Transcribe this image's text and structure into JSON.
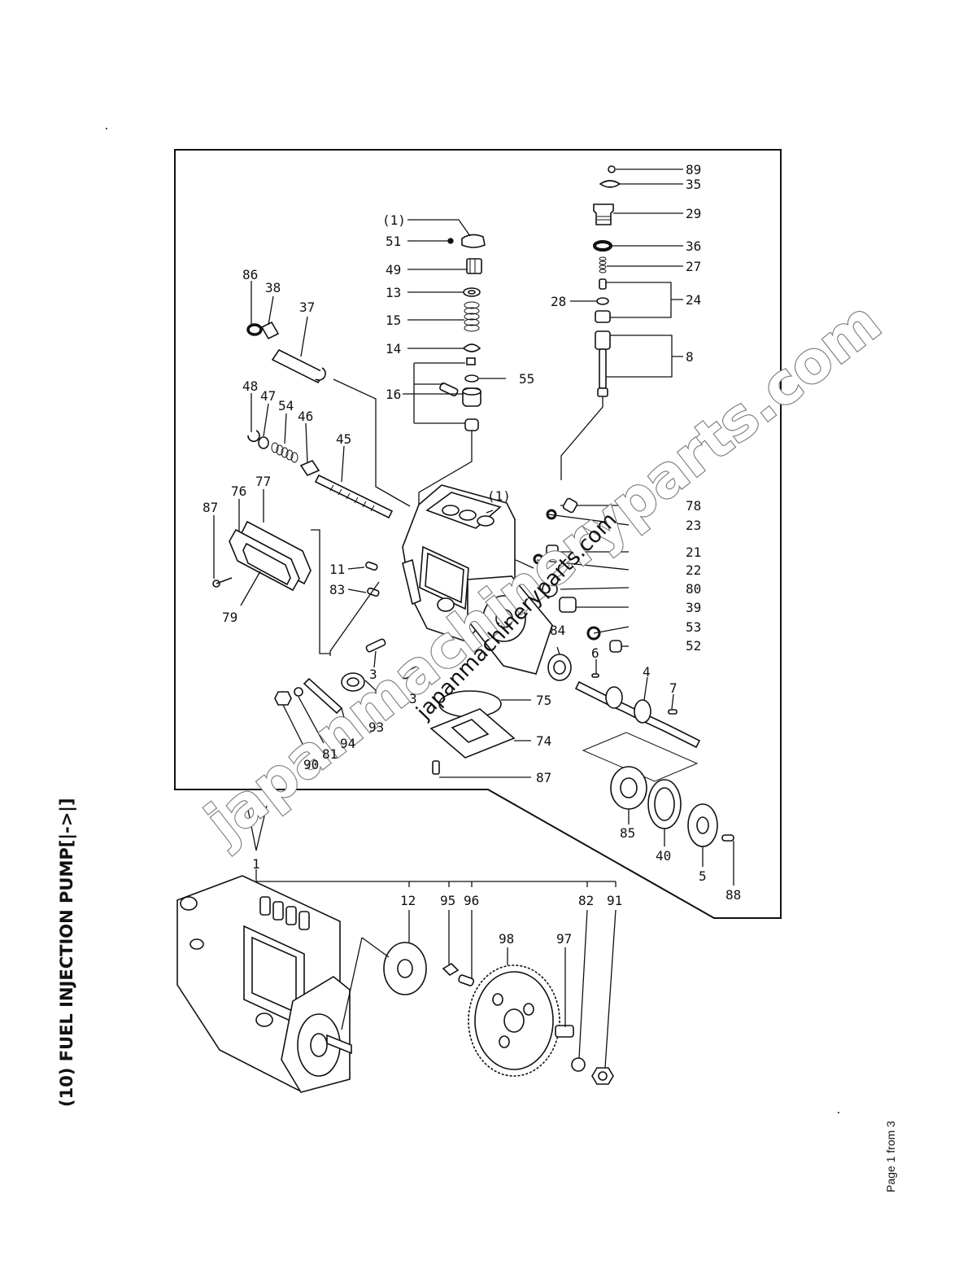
{
  "title": "(10) FUEL INJECTION PUMP[|->|]",
  "footer": "Page 1 from 3",
  "watermark": {
    "large": "japanmachineryparts.com",
    "small": "japanmachineryparts.com"
  },
  "parts": {
    "p1_top": "(1)",
    "p51": "51",
    "p49": "49",
    "p13": "13",
    "p15": "15",
    "p14": "14",
    "p16": "16",
    "p55": "55",
    "p89": "89",
    "p35": "35",
    "p29": "29",
    "p36": "36",
    "p27": "27",
    "p24": "24",
    "p28": "28",
    "p8": "8",
    "p86": "86",
    "p38": "38",
    "p37": "37",
    "p48": "48",
    "p47": "47",
    "p54": "54",
    "p46": "46",
    "p45": "45",
    "p87a": "87",
    "p76": "76",
    "p77": "77",
    "p79": "79",
    "p1_mid": "(1)",
    "p78": "78",
    "p23": "23",
    "p21": "21",
    "p22": "22",
    "p80": "80",
    "p39": "39",
    "p53": "53",
    "p52": "52",
    "p11": "11",
    "p83": "83",
    "p84": "84",
    "p6": "6",
    "p4": "4",
    "p7": "7",
    "p3a": "3",
    "p3b": "3",
    "p75": "75",
    "p74": "74",
    "p87b": "87",
    "p93": "93",
    "p94": "94",
    "p81": "81",
    "p90": "90",
    "p85": "85",
    "p40": "40",
    "p5": "5",
    "p88": "88",
    "p1_assy": "1",
    "p12": "12",
    "p95": "95",
    "p96": "96",
    "p82": "82",
    "p91": "91",
    "p98": "98",
    "p97": "97"
  }
}
